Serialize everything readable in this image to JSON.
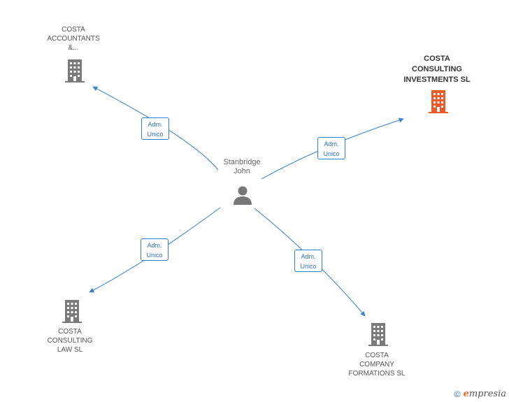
{
  "center": {
    "name_line1": "Stanbridge",
    "name_line2": "John"
  },
  "companies": [
    {
      "lines": [
        "COSTA",
        "ACCOUNTANTS",
        "&..."
      ],
      "highlight": false
    },
    {
      "lines": [
        "COSTA",
        "CONSULTING",
        "INVESTMENTS SL"
      ],
      "highlight": true
    },
    {
      "lines": [
        "COSTA",
        "CONSULTING",
        "LAW SL"
      ],
      "highlight": false
    },
    {
      "lines": [
        "COSTA",
        "COMPANY",
        "FORMATIONS SL"
      ],
      "highlight": false
    }
  ],
  "edges": [
    {
      "line1": "Adm.",
      "line2": "Unico"
    },
    {
      "line1": "Adm.",
      "line2": "Unico"
    },
    {
      "line1": "Adm.",
      "line2": "Unico"
    },
    {
      "line1": "Adm.",
      "line2": "Unico"
    }
  ],
  "colors": {
    "edge": "#3a80d0",
    "building": "#7b7b7b",
    "building_highlight": "#f05a28",
    "person": "#777777"
  },
  "icons": {
    "building": "building-icon",
    "person": "person-icon"
  },
  "footer": {
    "copyright_symbol": "©",
    "brand_initial": "e",
    "brand_rest": "mpresia"
  }
}
